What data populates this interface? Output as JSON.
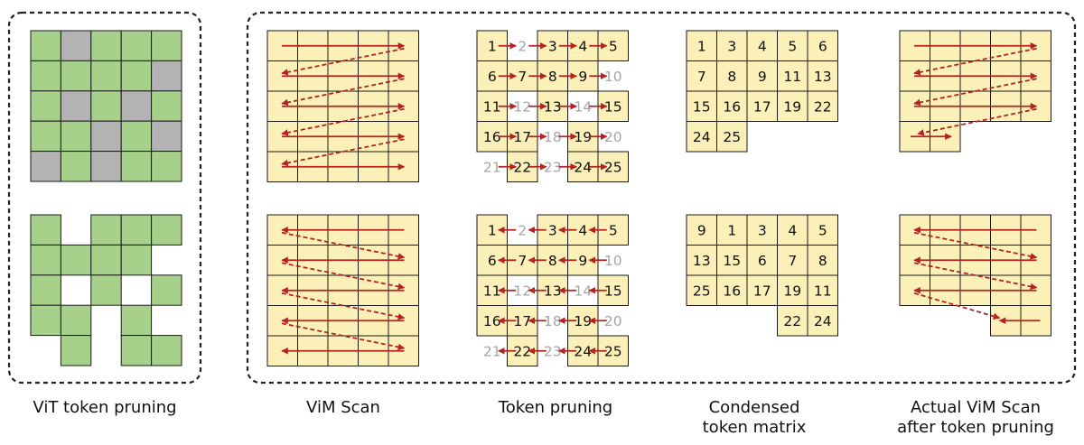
{
  "labels": {
    "vit": "ViT token pruning",
    "vim_scan": "ViM Scan",
    "token_pruning": "Token pruning",
    "condensed_line1": "Condensed",
    "condensed_line2": "token matrix",
    "actual_line1": "Actual ViM Scan",
    "actual_line2": "after token pruning"
  },
  "colors": {
    "green": "#a7d08b",
    "gray": "#b3b3b3",
    "yellow": "#fbf0b8",
    "arrow": "#b42222",
    "pruned_text": "#a6a6a6"
  },
  "vit_grid_full": {
    "pruned_tokens": [
      2,
      10,
      12,
      14,
      18,
      20,
      21,
      23
    ]
  },
  "vit_grid_pruned": {
    "kept_tokens": [
      1,
      3,
      4,
      5,
      6,
      7,
      8,
      9,
      11,
      13,
      15,
      16,
      17,
      19,
      22,
      24,
      25
    ]
  },
  "token_pruning": {
    "tokens": [
      "1",
      "2",
      "3",
      "4",
      "5",
      "6",
      "7",
      "8",
      "9",
      "10",
      "11",
      "12",
      "13",
      "14",
      "15",
      "16",
      "17",
      "18",
      "19",
      "20",
      "21",
      "22",
      "23",
      "24",
      "25"
    ],
    "pruned_tokens": [
      "2",
      "10",
      "12",
      "14",
      "18",
      "20",
      "21",
      "23"
    ]
  },
  "condensed_forward": {
    "rows": [
      [
        "1",
        "3",
        "4",
        "5",
        "6"
      ],
      [
        "7",
        "8",
        "9",
        "11",
        "13"
      ],
      [
        "15",
        "16",
        "17",
        "19",
        "22"
      ],
      [
        "24",
        "25"
      ]
    ]
  },
  "condensed_backward": {
    "rows": [
      [
        "9",
        "1",
        "3",
        "4",
        "5"
      ],
      [
        "13",
        "15",
        "6",
        "7",
        "8"
      ],
      [
        "25",
        "16",
        "17",
        "19",
        "11"
      ],
      [
        "",
        "",
        "",
        "22",
        "24"
      ]
    ]
  }
}
